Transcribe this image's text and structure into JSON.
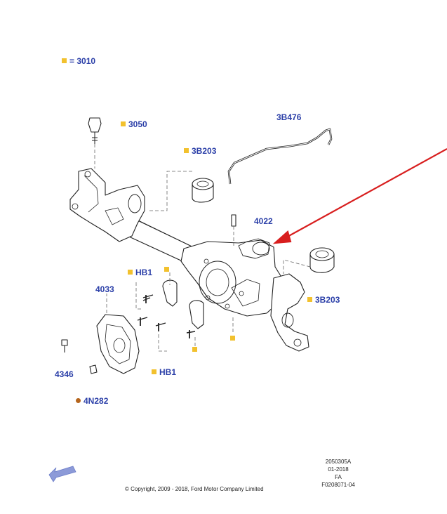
{
  "legend": {
    "code": "= 3010"
  },
  "callouts": {
    "c3050": "3050",
    "c3b203_top": "3B203",
    "c3b476": "3B476",
    "c4022": "4022",
    "c3b203_right": "3B203",
    "chb1_top": "HB1",
    "c4033": "4033",
    "c4346": "4346",
    "chb1_bottom": "HB1",
    "c4n282": "4N282"
  },
  "footer": {
    "lines": [
      "2050305A",
      "01-2018",
      "FA",
      "F0208071-04"
    ],
    "copyright": "© Copyright, 2009 - 2018, Ford Motor Company Limited"
  },
  "colors": {
    "callout": "#2b3fa8",
    "marker": "#f2c12e",
    "marker_round": "#b5651d",
    "arrow": "#d81e1e",
    "nav_arrow": "#8c9ad8"
  },
  "icons": {
    "nav": "arrow-back-icon"
  }
}
